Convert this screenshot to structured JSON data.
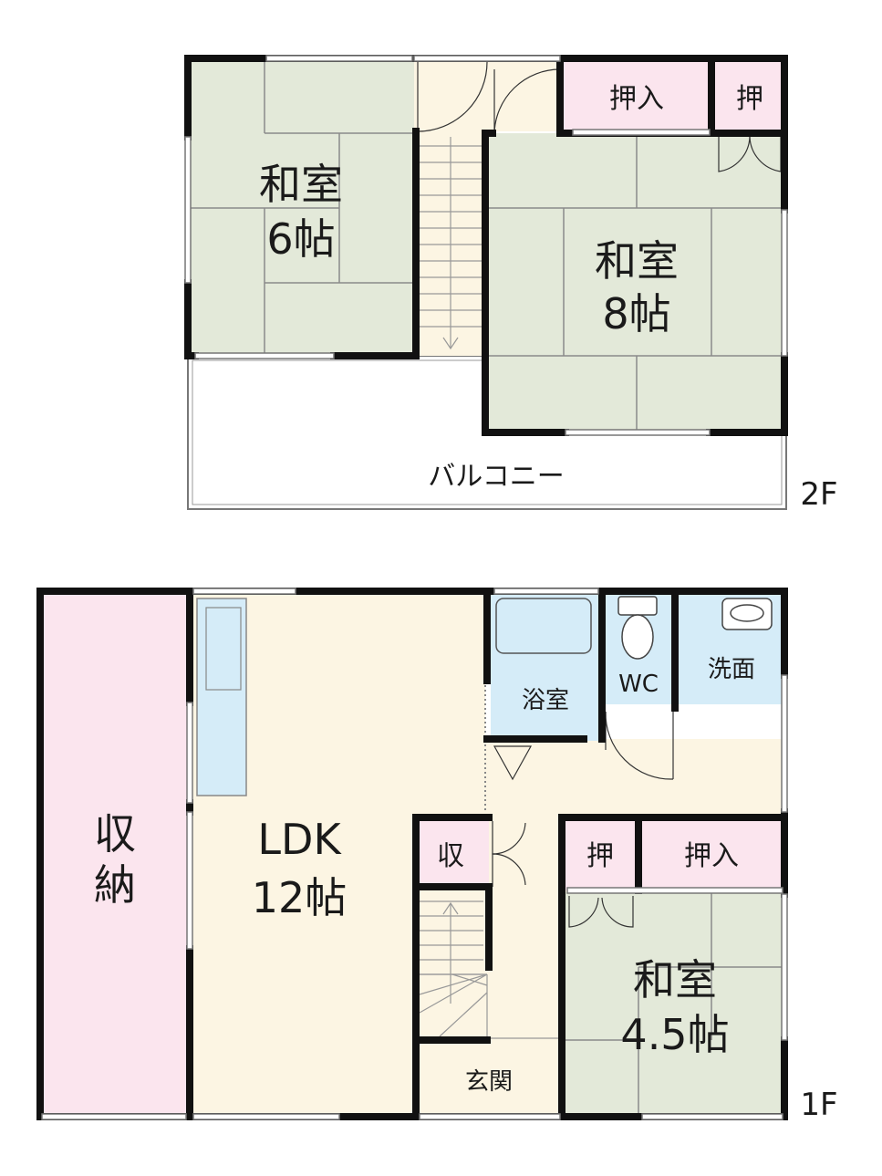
{
  "floor2": {
    "label": "2F",
    "washitsu6": {
      "name": "和室",
      "size": "6帖"
    },
    "washitsu8": {
      "name": "和室",
      "size": "8帖"
    },
    "oshiire": "押入",
    "oshi": "押",
    "balcony": "バルコニー"
  },
  "floor1": {
    "label": "1F",
    "storage": {
      "line1": "収",
      "line2": "納"
    },
    "ldk": {
      "name": "LDK",
      "size": "12帖"
    },
    "bath": "浴室",
    "wc": "WC",
    "washroom": "洗面",
    "closet": "収",
    "oshi": "押",
    "oshiire": "押入",
    "washitsu45": {
      "name": "和室",
      "size": "4.5帖"
    },
    "entrance": "玄関"
  },
  "colors": {
    "tatami": "#e3e9d9",
    "floor": "#fcf5e3",
    "storage": "#fbe5ee",
    "water": "#d5ecf8",
    "wall": "#111111",
    "tatami_line": "#8a8a8a"
  }
}
